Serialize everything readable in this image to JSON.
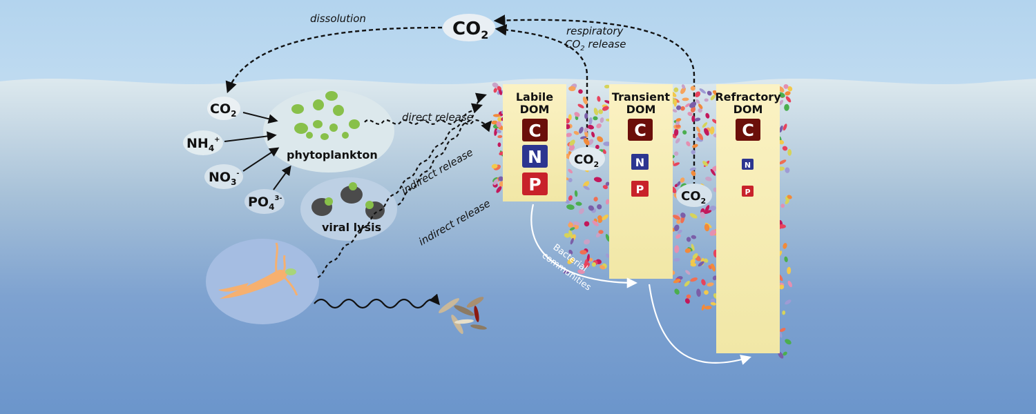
{
  "atmosphere": {
    "co2_top": {
      "main": "CO",
      "sub": "2"
    },
    "dissolution_label": "dissolution",
    "respiratory_label": {
      "line1": "respiratory",
      "line2_pre": "CO",
      "line2_sub": "2",
      "line2_post": " release"
    }
  },
  "nutrients": [
    {
      "main": "CO",
      "sub": "2",
      "sup": ""
    },
    {
      "main": "NH",
      "sub": "4",
      "sup": "+"
    },
    {
      "main": "NO",
      "sub": "3",
      "sup": "-"
    },
    {
      "main": "PO",
      "sub": "4",
      "sup": "3-"
    }
  ],
  "phytoplankton_label": "phytoplankton",
  "viral_lysis_label": "viral lysis",
  "release_labels": {
    "direct": "direct release",
    "indirect_1": "indirect release",
    "indirect_2": "indirect release"
  },
  "dom_pools": [
    {
      "title1": "Labile",
      "title2": "DOM",
      "c": "C",
      "n": "N",
      "p": "P"
    },
    {
      "title1": "Transient",
      "title2": "DOM",
      "c": "C",
      "n": "N",
      "p": "P"
    },
    {
      "title1": "Refractory",
      "title2": "DOM",
      "c": "C",
      "n": "N",
      "p": "P"
    }
  ],
  "respired_co2": [
    {
      "main": "CO",
      "sub": "2"
    },
    {
      "main": "CO",
      "sub": "2"
    }
  ],
  "bacterial_label": {
    "line1": "Bacterial",
    "line2": "communities"
  },
  "colors": {
    "sky_top": "#b6d6ef",
    "water_top": "#dbe8ee",
    "water_bottom": "#6c97cc",
    "pool_fill": "#f5ecb0",
    "carbon": "#6b0f0a",
    "nitrogen": "#2c3590",
    "phosphorus": "#c8222a",
    "phyto_green": "#88c04a",
    "grazer_orange": "#f6b06f",
    "virus_dark": "#4a4a4a"
  }
}
